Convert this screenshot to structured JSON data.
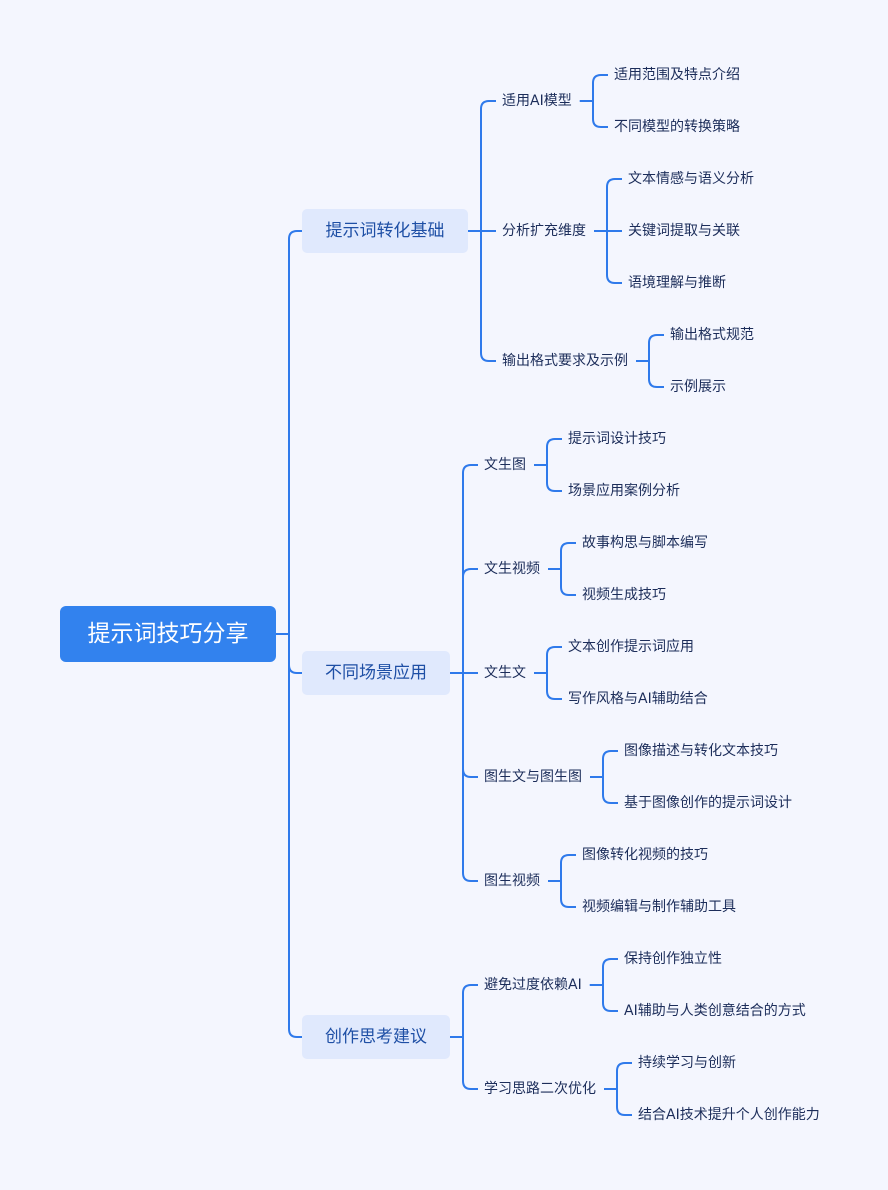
{
  "root": "提示词技巧分享",
  "colors": {
    "line": "#2F7AEB",
    "root": "#3282EE",
    "branch_bg": "#E0E9FD"
  },
  "branches": [
    {
      "label": "提示词转化基础",
      "children": [
        {
          "label": "适用AI模型",
          "children": [
            "适用范围及特点介绍",
            "不同模型的转换策略"
          ]
        },
        {
          "label": "分析扩充维度",
          "children": [
            "文本情感与语义分析",
            "关键词提取与关联",
            "语境理解与推断"
          ]
        },
        {
          "label": "输出格式要求及示例",
          "children": [
            "输出格式规范",
            "示例展示"
          ]
        }
      ]
    },
    {
      "label": "不同场景应用",
      "children": [
        {
          "label": "文生图",
          "children": [
            "提示词设计技巧",
            "场景应用案例分析"
          ]
        },
        {
          "label": "文生视频",
          "children": [
            "故事构思与脚本编写",
            "视频生成技巧"
          ]
        },
        {
          "label": "文生文",
          "children": [
            "文本创作提示词应用",
            "写作风格与AI辅助结合"
          ]
        },
        {
          "label": "图生文与图生图",
          "children": [
            "图像描述与转化文本技巧",
            "基于图像创作的提示词设计"
          ]
        },
        {
          "label": "图生视频",
          "children": [
            "图像转化视频的技巧",
            "视频编辑与制作辅助工具"
          ]
        }
      ]
    },
    {
      "label": "创作思考建议",
      "children": [
        {
          "label": "避免过度依赖AI",
          "children": [
            "保持创作独立性",
            "AI辅助与人类创意结合的方式"
          ]
        },
        {
          "label": "学习思路二次优化",
          "children": [
            "持续学习与创新",
            "结合AI技术提升个人创作能力"
          ]
        }
      ]
    }
  ]
}
